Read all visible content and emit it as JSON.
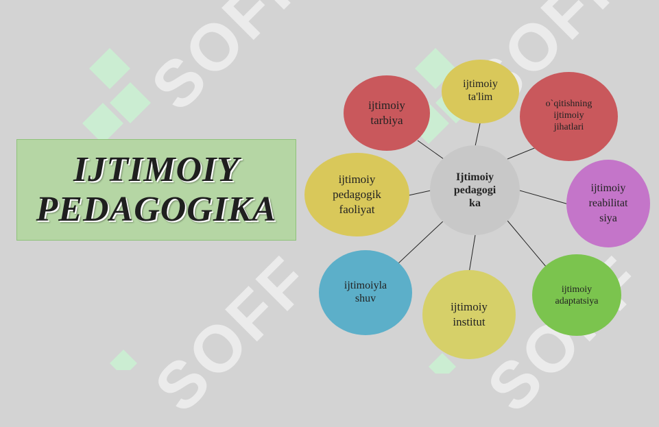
{
  "title": {
    "line1": "IJTIMOIY",
    "line2": "PEDAGOGIKA"
  },
  "watermark": {
    "text": "SOFF",
    "color": "#ffffff"
  },
  "center": {
    "lines": [
      "Ijtimoiy",
      "pedagogi",
      "ka"
    ],
    "color": "#c8c8c8"
  },
  "nodes": [
    {
      "id": "talim",
      "lines": [
        "ijtimoiy",
        "ta'lim"
      ],
      "color": "#d9c85a"
    },
    {
      "id": "oqitishning",
      "lines": [
        "o`qitishning",
        "ijtimoiy",
        "jihatlari"
      ],
      "color": "#c9585c"
    },
    {
      "id": "reabilitatsiya",
      "lines": [
        "ijtimoiy",
        "reabilitat",
        "siya"
      ],
      "color": "#c475c9"
    },
    {
      "id": "adaptatsiya",
      "lines": [
        "ijtimoiy",
        "adaptatsiya"
      ],
      "color": "#7bc44e"
    },
    {
      "id": "institut",
      "lines": [
        "ijtimoiy",
        "institut"
      ],
      "color": "#d6d069"
    },
    {
      "id": "ijtimoiylashuv",
      "lines": [
        "ijtimoiyla",
        "shuv"
      ],
      "color": "#5cafc9"
    },
    {
      "id": "faoliyat",
      "lines": [
        "ijtimoiy",
        "pedagogik",
        "faoliyat"
      ],
      "color": "#d9c85a"
    },
    {
      "id": "tarbiya",
      "lines": [
        "ijtimoiy",
        "tarbiya"
      ],
      "color": "#c9585c"
    }
  ]
}
